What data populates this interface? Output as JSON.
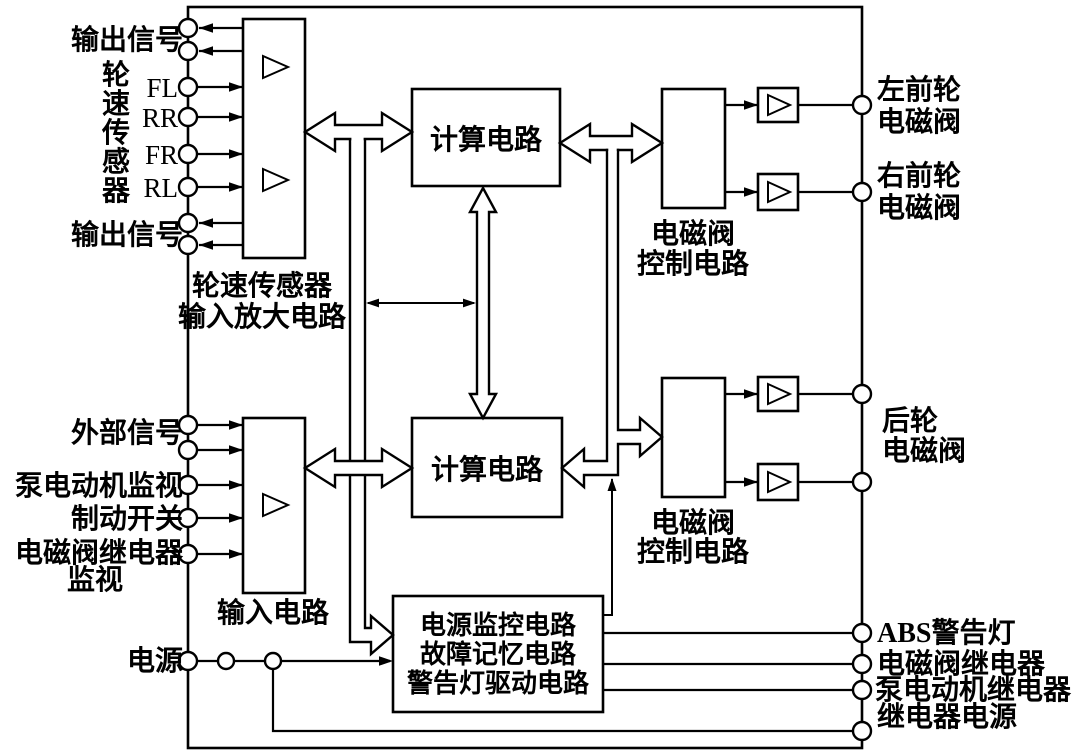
{
  "colors": {
    "line": "#000000",
    "background": "#ffffff"
  },
  "left": {
    "output_signal_top": "输出信号",
    "wheel_speed_sensor_vertical": "轮速传感器",
    "wheel_inputs": [
      "FL",
      "RR",
      "FR",
      "RL"
    ],
    "output_signal_bottom": "输出信号",
    "external_signal": "外部信号",
    "pump_motor_monitor": "泵电动机监视",
    "brake_switch": "制动开关",
    "valve_relay_monitor_line1": "电磁阀继电器",
    "valve_relay_monitor_line2": "监视",
    "power_supply": "电源"
  },
  "blocks": {
    "wheel_amp_caption_line1": "轮速传感器",
    "wheel_amp_caption_line2": "输入放大电路",
    "calc_circuit_top": "计算电路",
    "calc_circuit_bottom": "计算电路",
    "valve_control_top_line1": "电磁阀",
    "valve_control_top_line2": "控制电路",
    "valve_control_bottom_line1": "电磁阀",
    "valve_control_bottom_line2": "控制电路",
    "input_circuit_caption": "输入电路",
    "power_monitor_line1": "电源监控电路",
    "power_monitor_line2": "故障记忆电路",
    "power_monitor_line3": "警告灯驱动电路"
  },
  "right": {
    "lf_valve_line1": "左前轮",
    "lf_valve_line2": "电磁阀",
    "rf_valve_line1": "右前轮",
    "rf_valve_line2": "电磁阀",
    "rear_valve_line1": "后轮",
    "rear_valve_line2": "电磁阀",
    "abs_warning_lamp": "ABS警告灯",
    "solenoid_valve_relay": "电磁阀继电器",
    "pump_motor_relay": "泵电动机继电器",
    "relay_power": "继电器电源"
  }
}
